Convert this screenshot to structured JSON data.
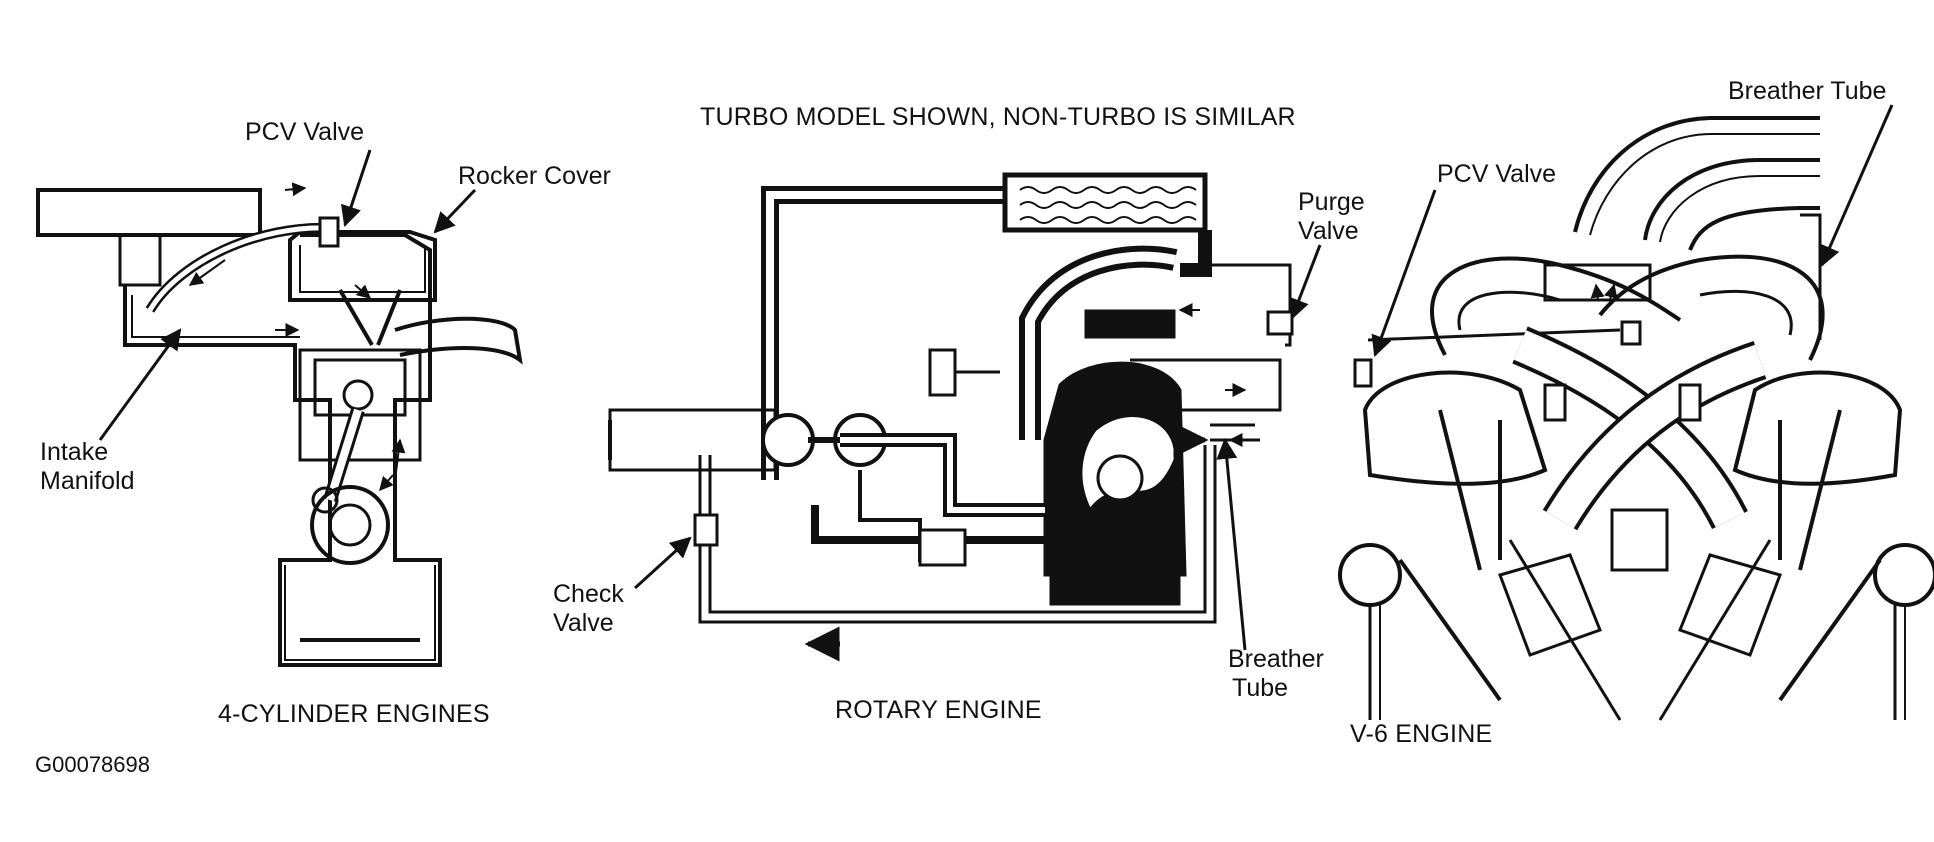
{
  "header": {
    "note": "TURBO MODEL SHOWN, NON-TURBO IS SIMILAR"
  },
  "four_cylinder": {
    "labels": {
      "pcv_valve": "PCV Valve",
      "rocker_cover": "Rocker Cover",
      "intake_line1": "Intake",
      "intake_line2": "Manifold"
    },
    "caption": "4-CYLINDER ENGINES"
  },
  "rotary": {
    "labels": {
      "purge_line1": "Purge",
      "purge_line2": "Valve",
      "check_line1": "Check",
      "check_line2": "Valve",
      "breather_line1": "Breather",
      "breather_line2": "Tube"
    },
    "caption": "ROTARY ENGINE"
  },
  "v6": {
    "labels": {
      "breather_tube": "Breather Tube",
      "pcv_valve": "PCV Valve"
    },
    "caption": "V-6 ENGINE"
  },
  "figure_id": "G00078698",
  "colors": {
    "ink": "#111111",
    "background": "#ffffff"
  }
}
